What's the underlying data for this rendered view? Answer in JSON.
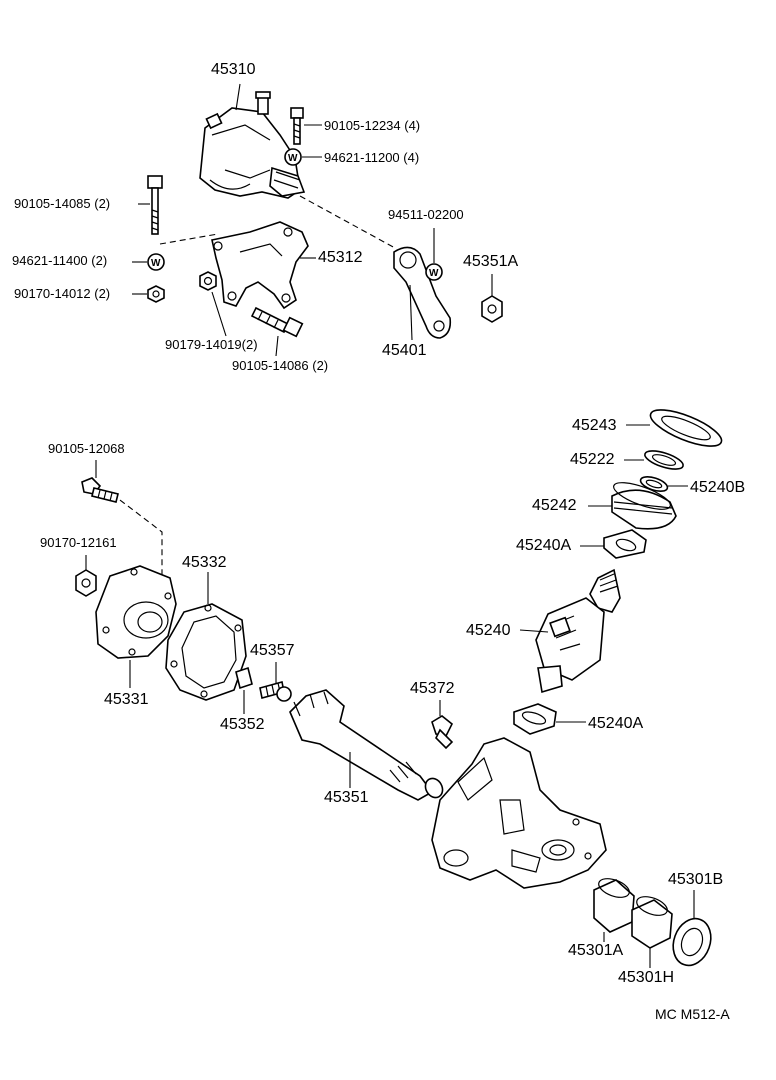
{
  "diagram": {
    "reference": "MC  M512-A",
    "labels": {
      "p45310": "45310",
      "p90105_12234": "90105-12234 (4)",
      "p94621_11200": "94621-11200 (4)",
      "p90105_14085": "90105-14085 (2)",
      "p94511_02200": "94511-02200",
      "p94621_11400": "94621-11400 (2)",
      "p45312": "45312",
      "p45351A": "45351A",
      "p90170_14012": "90170-14012 (2)",
      "p90179_14019": "90179-14019(2)",
      "p45401": "45401",
      "p90105_14086": "90105-14086 (2)",
      "p45243": "45243",
      "p45222": "45222",
      "p45240B": "45240B",
      "p90105_12068": "90105-12068",
      "p45242": "45242",
      "p45240A_top": "45240A",
      "p90170_12161": "90170-12161",
      "p45332": "45332",
      "p45240": "45240",
      "p45357": "45357",
      "p45331": "45331",
      "p45372": "45372",
      "p45352": "45352",
      "p45240A_bot": "45240A",
      "p45351": "45351",
      "p45301B": "45301B",
      "p45301A": "45301A",
      "p45301H": "45301H"
    },
    "washer_mark": "W"
  }
}
